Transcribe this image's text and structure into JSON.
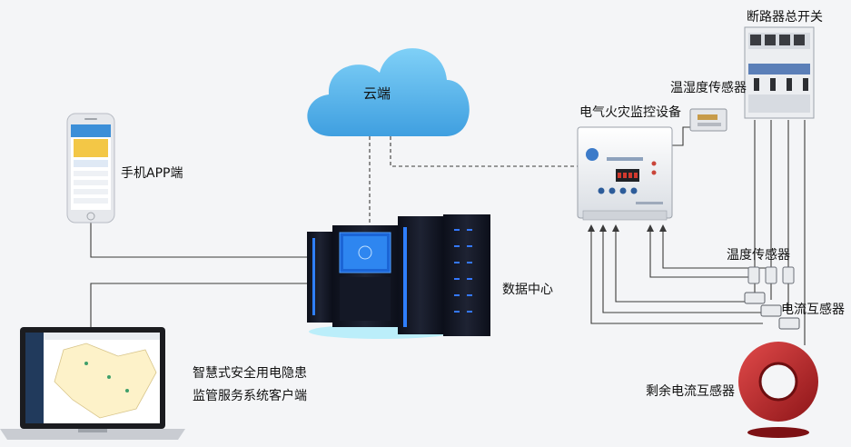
{
  "labels": {
    "cloud": "云端",
    "phone": "手机APP端",
    "datacenter": "数据中心",
    "client_line1": "智慧式安全用电隐患",
    "client_line2": "监管服务系统客户端",
    "monitor": "电气火灾监控设备",
    "humidity_sensor": "温湿度传感器",
    "breaker": "断路器总开关",
    "temp_sensor": "温度传感器",
    "current_transformer": "电流互感器",
    "residual_ct": "剩余电流互感器"
  },
  "colors": {
    "cloud": "#5bb6ea",
    "server_accent": "#2f7fff",
    "ct_ring": "#c2262b",
    "wire": "#3a3a3a"
  }
}
